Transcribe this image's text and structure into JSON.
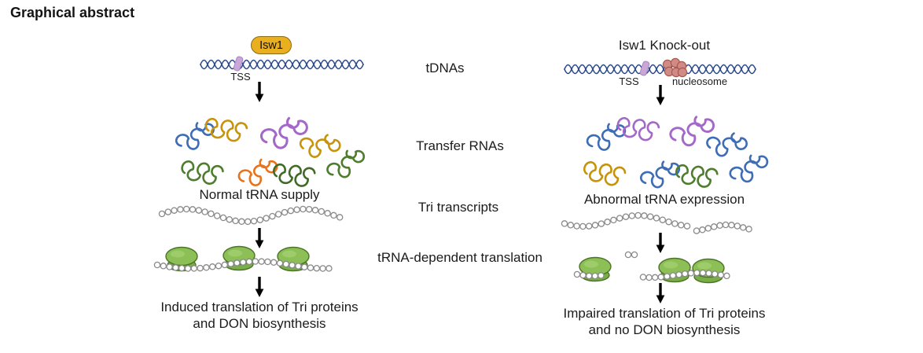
{
  "page": {
    "heading": "Graphical abstract"
  },
  "center_labels": {
    "tdnas": "tDNAs",
    "transfer_rnas": "Transfer RNAs",
    "tri_transcripts": "Tri transcripts",
    "trna_translation": "tRNA-dependent translation"
  },
  "left_panel": {
    "isw1_label": "Isw1",
    "tss_label": "TSS",
    "supply_label": "Normal tRNA supply",
    "outcome_line1": "Induced translation of Tri proteins",
    "outcome_line2": "and DON biosynthesis"
  },
  "right_panel": {
    "title": "Isw1 Knock-out",
    "tss_label": "TSS",
    "nucleosome_label": "nucleosome",
    "expression_label": "Abnormal tRNA expression",
    "outcome_line1": "Impaired translation of Tri proteins",
    "outcome_line2": "and no DON biosynthesis"
  },
  "icons": {
    "dna_helix": "double-wave strands",
    "tss_marker": "lilac band on DNA",
    "nucleosome": "cluster of rose circles",
    "arrow_down": "black down arrow",
    "trna": "colored loop squiggle",
    "transcript": "chain of open beads",
    "ribosome": "green two-lobed blob"
  },
  "colors": {
    "dna": "#2c4a8c",
    "isw1_fill": "#e9af1e",
    "isw1_border": "#8a6a14",
    "tss_marker": "#c9a7d9",
    "nucleosome_fill": "#d08b84",
    "nucleosome_stroke": "#a85a52",
    "ribosome_fill": "#8cbf55",
    "ribosome_stroke": "#4c7427",
    "bead_stroke": "#8a8a8a",
    "arrow": "#000000",
    "trna_blue": "#3e6cb5",
    "trna_gold": "#c6930b",
    "trna_purple": "#a468c8",
    "trna_orange": "#e8731c",
    "trna_green": "#4e7d2e"
  }
}
